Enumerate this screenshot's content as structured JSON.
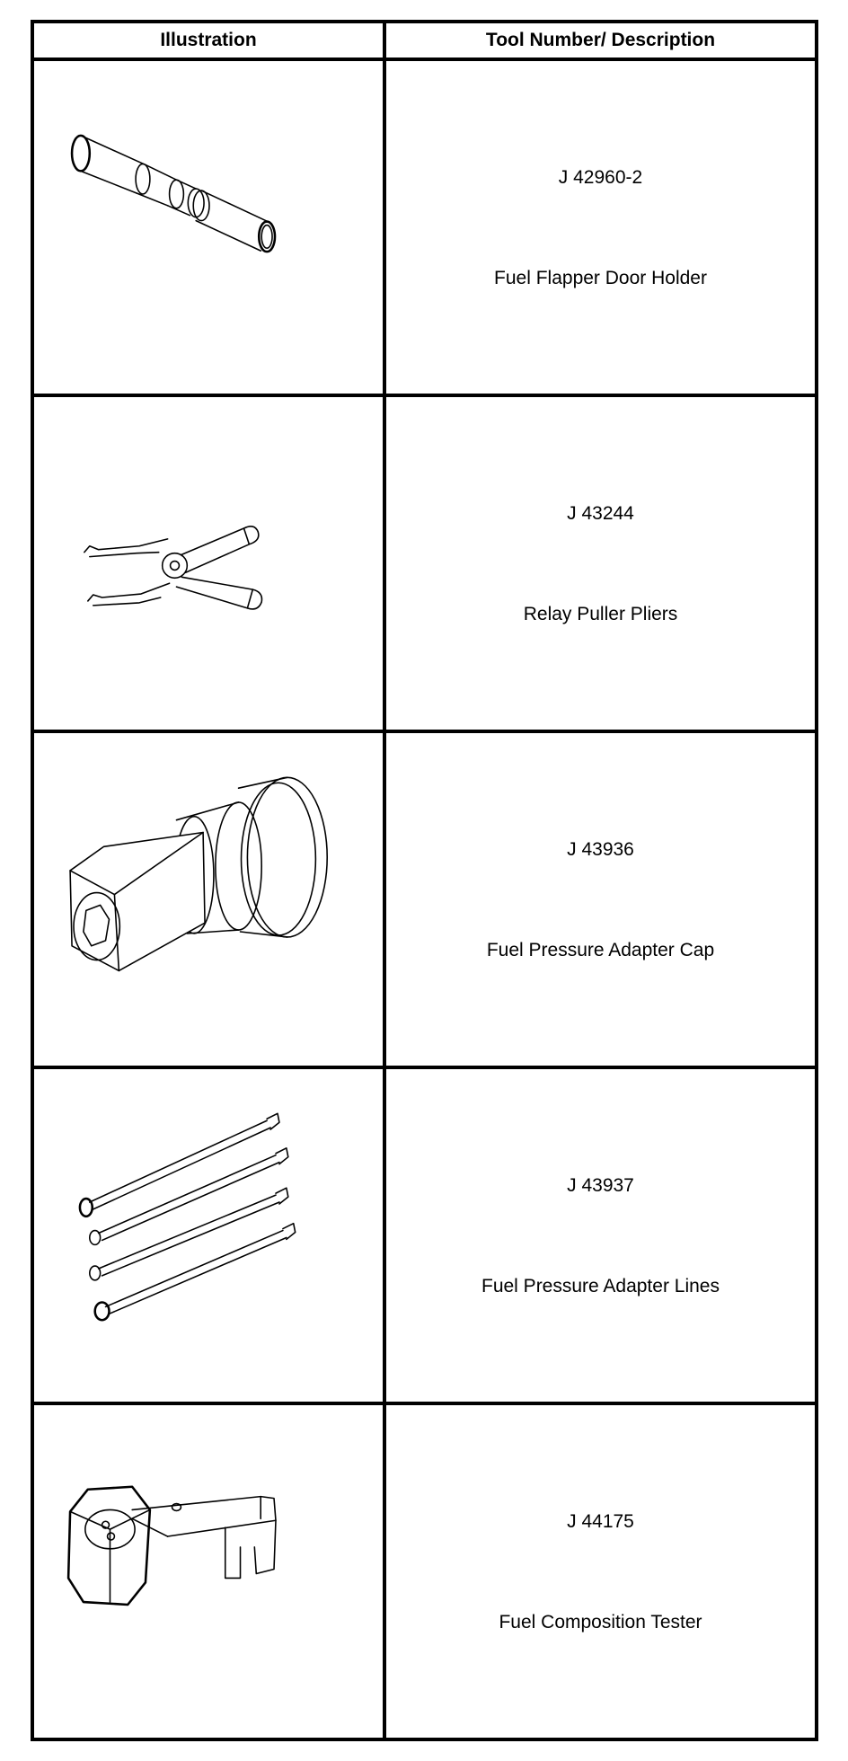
{
  "table": {
    "headers": {
      "illustration": "Illustration",
      "tool": "Tool Number/ Description"
    },
    "rows": [
      {
        "number": "J 42960-2",
        "description": "Fuel Flapper Door Holder",
        "icon": "fuel-flapper-door-holder-icon"
      },
      {
        "number": "J 43244",
        "description": "Relay Puller Pliers",
        "icon": "relay-puller-pliers-icon"
      },
      {
        "number": "J 43936",
        "description": "Fuel Pressure Adapter Cap",
        "icon": "fuel-pressure-adapter-cap-icon"
      },
      {
        "number": "J 43937",
        "description": "Fuel Pressure Adapter Lines",
        "icon": "fuel-pressure-adapter-lines-icon"
      },
      {
        "number": "J 44175",
        "description": "Fuel Composition Tester",
        "icon": "fuel-composition-tester-icon"
      }
    ]
  }
}
